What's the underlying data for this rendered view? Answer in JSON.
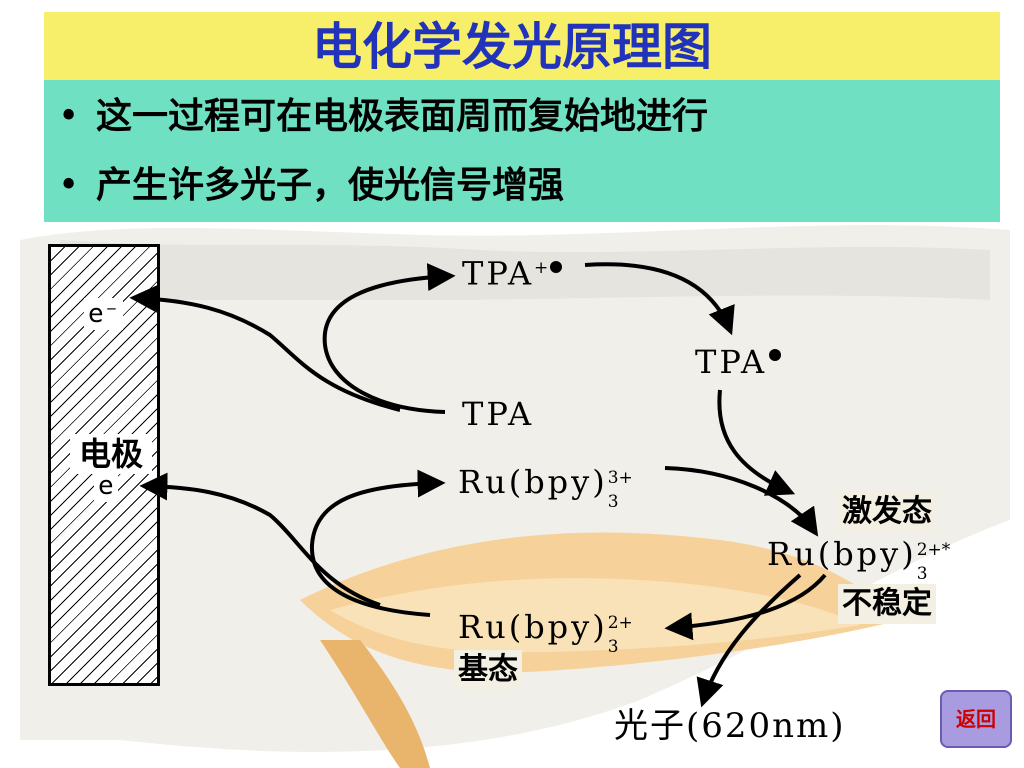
{
  "title": "电化学发光原理图",
  "bullets": [
    "这一过程可在电极表面周而复始地进行",
    "产生许多光子，使光信号增强"
  ],
  "bullet_symbol": "•",
  "diagram": {
    "electrode_label": "电极",
    "electron_top": "e⁻",
    "electron_bottom": "e",
    "tpa_cation": {
      "base": "TPA",
      "charge": "+"
    },
    "tpa_radical": {
      "base": "TPA"
    },
    "tpa": "TPA",
    "ru3": {
      "base": "Ru(bpy)",
      "sub": "3",
      "charge": "3+"
    },
    "ru2_excited": {
      "base": "Ru(bpy)",
      "sub": "3",
      "charge": "2+*"
    },
    "ru2_ground": {
      "base": "Ru(bpy)",
      "sub": "3",
      "charge": "2+"
    },
    "photon": "光子(620nm)",
    "excited_state": "激发态",
    "unstable": "不稳定",
    "ground_state": "基态"
  },
  "back_button": "返回",
  "colors": {
    "title": "#2233bb",
    "title_band": "#f7ef6a",
    "bullet_band": "#6fe0c2",
    "back_button_bg": "#a89be0",
    "back_button_text": "#cc0000"
  }
}
